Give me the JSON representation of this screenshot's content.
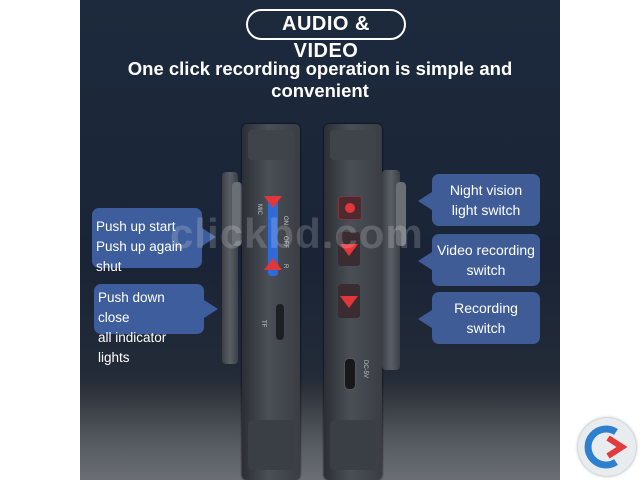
{
  "header": {
    "pill": "AUDIO & VIDEO",
    "headline": "One click recording operation is simple and convenient"
  },
  "callouts_left": [
    {
      "line1": "Push up start",
      "line2": "Push up again shut"
    },
    {
      "line1": "Push down close",
      "line2": "all indicator lights"
    }
  ],
  "callouts_right": [
    {
      "line1": "Night vision",
      "line2": "light switch"
    },
    {
      "line1": "Video recording",
      "line2": "switch"
    },
    {
      "line1": "Recording",
      "line2": "switch"
    }
  ],
  "device_labels": {
    "mic": "MIC",
    "on": "ON",
    "off": "OFF",
    "r": "R",
    "tf": "TF",
    "dc": "DC-5V"
  },
  "watermark": "clickbd.com",
  "colors": {
    "background": "#1d2a3d",
    "callout": "#3e5d9c",
    "arrow": "#e2363a",
    "switch": "#2f6ad9"
  }
}
